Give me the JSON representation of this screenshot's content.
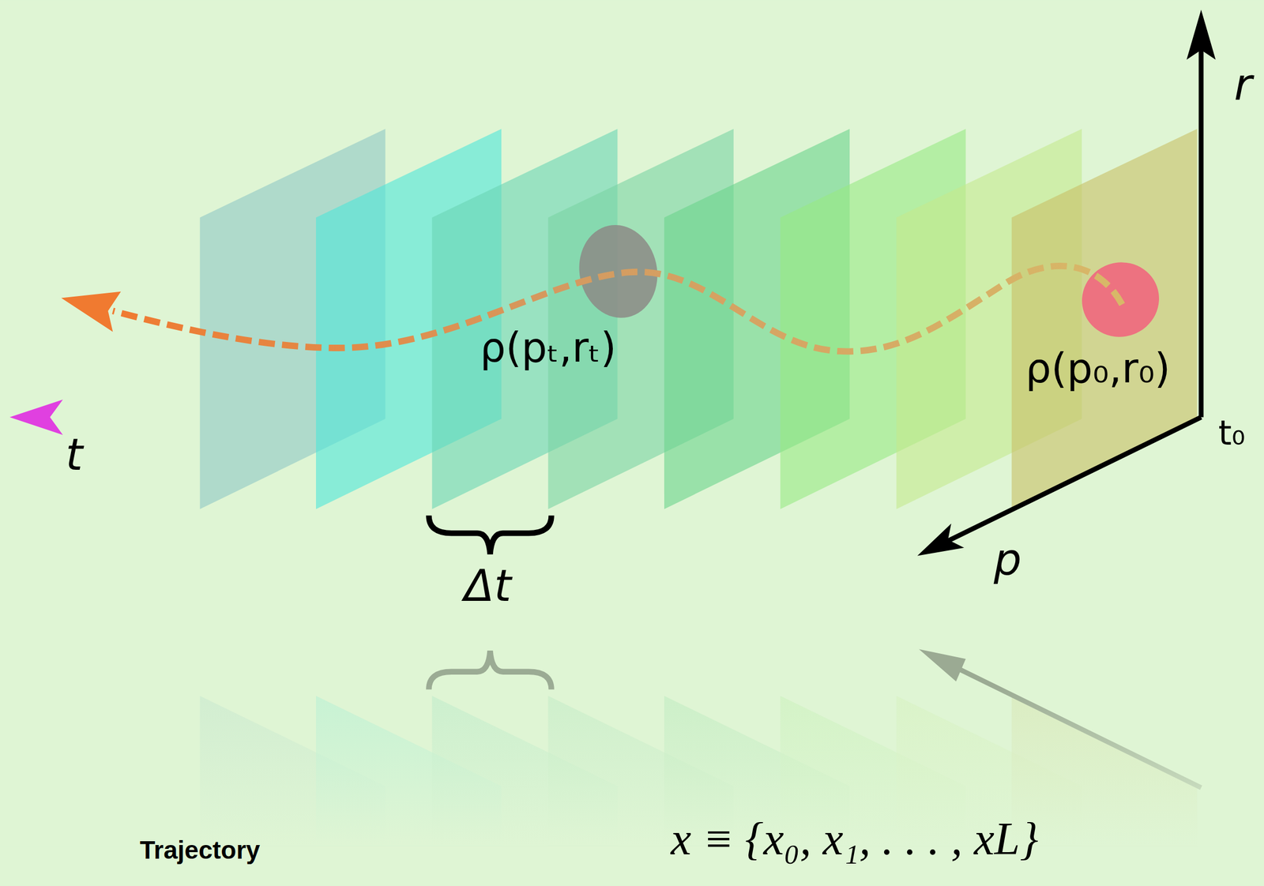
{
  "diagram": {
    "labels": [
      "r",
      "ρ(pₜ,rₜ)",
      "ρ(p₀,r₀)",
      "t",
      "t₀",
      "p",
      "Δt",
      "Trajectory",
      "x ≡ {x₀, x₁, . . . , xL}"
    ]
  }
}
